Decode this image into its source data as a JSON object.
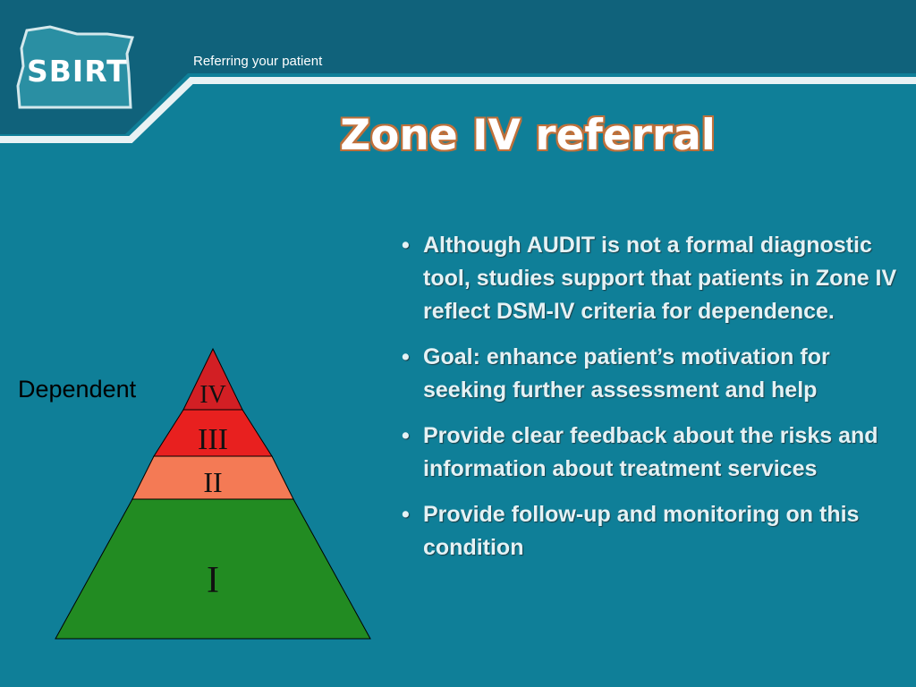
{
  "header": {
    "logo_text": "SBIRT",
    "breadcrumb": "Referring your patient"
  },
  "slide": {
    "title": "Zone IV referral",
    "bullets": [
      "Although AUDIT is not a formal diagnostic tool, studies support that patients in Zone IV  reflect DSM-IV criteria for dependence.",
      "Goal: enhance patient’s motivation for seeking further assessment and help",
      "Provide clear feedback about the risks and information about treatment services",
      "Provide follow-up and monitoring on this condition"
    ]
  },
  "pyramid": {
    "dependent_label": "Dependent",
    "zones": [
      {
        "label": "IV",
        "color": "#d21f24"
      },
      {
        "label": "III",
        "color": "#e8201f"
      },
      {
        "label": "II",
        "color": "#f47a55"
      },
      {
        "label": "I",
        "color": "#228b22"
      }
    ]
  },
  "colors": {
    "background": "#0f7f98",
    "header": "#10627b",
    "title_outline": "#c0703a"
  }
}
